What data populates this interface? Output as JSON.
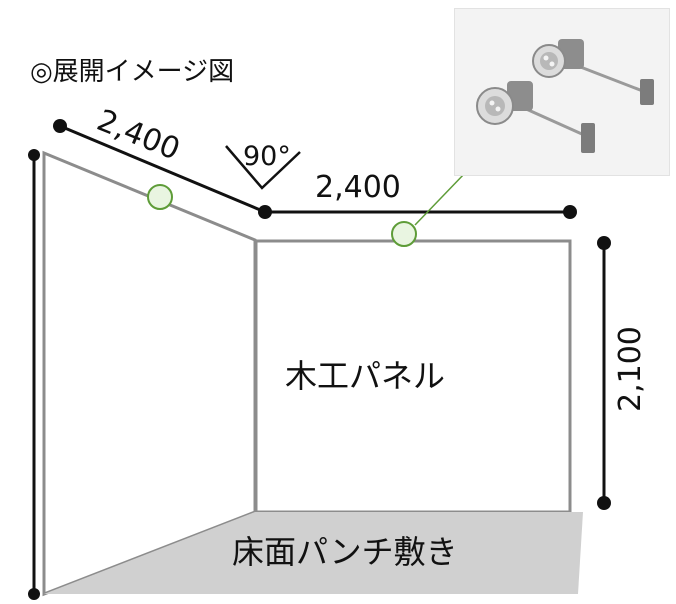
{
  "title": "◎展開イメージ図",
  "dimensions": {
    "left_wall_width": "2,400",
    "right_wall_width": "2,400",
    "angle": "90°",
    "height": "2,100"
  },
  "labels": {
    "panel": "木工パネル",
    "floor": "床面パンチ敷き"
  },
  "colors": {
    "line": "#111111",
    "wall_outline": "#8c8c8c",
    "floor_fill": "#d0d0d0",
    "marker_fill": "#e9f5e1",
    "marker_stroke": "#5e9c38"
  },
  "photo": {
    "subject": "spotlight-fixtures"
  }
}
